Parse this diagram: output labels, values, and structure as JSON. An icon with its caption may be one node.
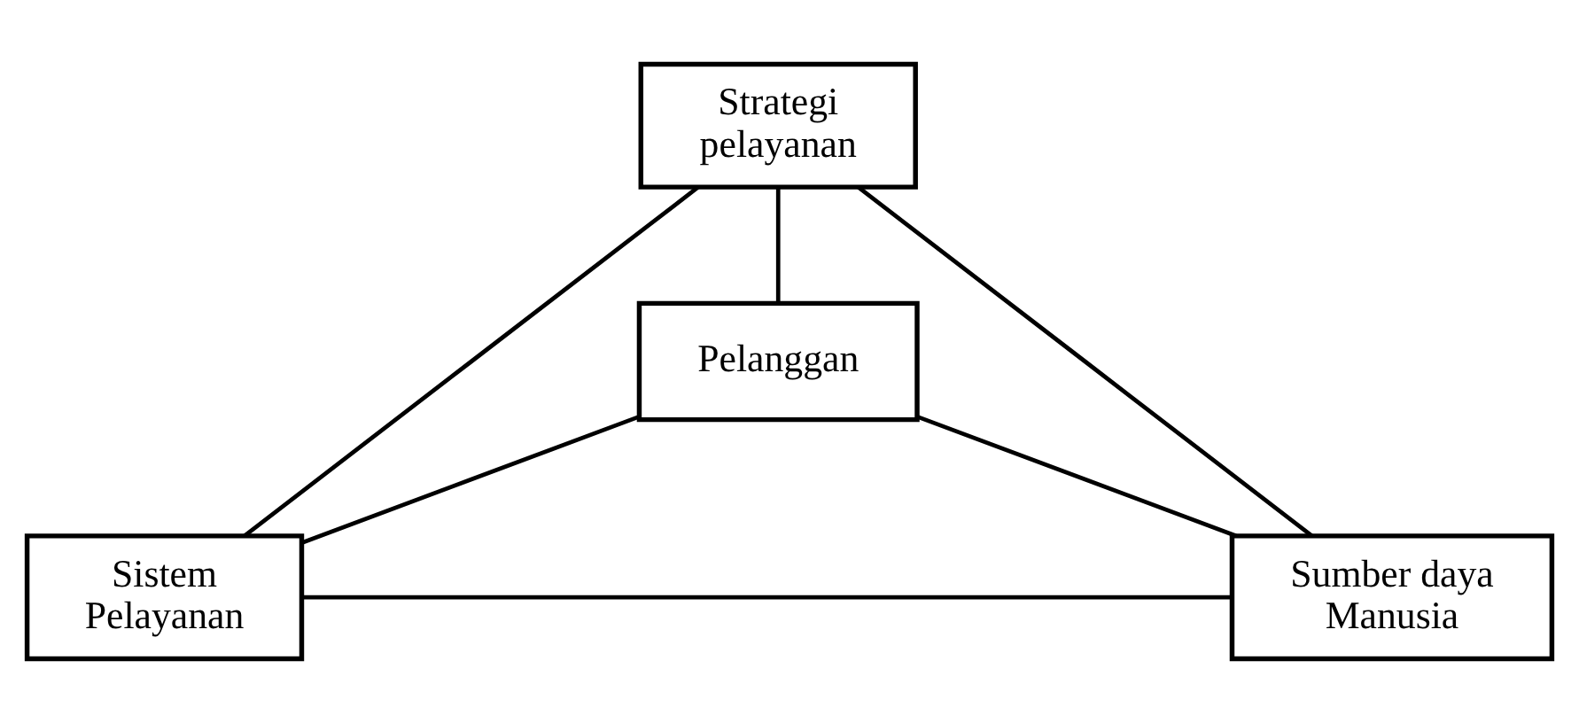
{
  "diagram": {
    "nodes": [
      {
        "text": [
          "Strategi pelayanan"
        ]
      },
      {
        "text": [
          "Pelanggan"
        ]
      },
      {
        "text": [
          "Sistem Pelayanan"
        ]
      },
      {
        "text": [
          "Sumber daya Manusia"
        ]
      }
    ],
    "edges": [
      {
        "from": 0,
        "to": 1,
        "arrow": "none"
      },
      {
        "from": 0,
        "to": 2,
        "arrow": "none"
      },
      {
        "from": 0,
        "to": 3,
        "arrow": "none"
      },
      {
        "from": 1,
        "to": 2,
        "arrow": "none"
      },
      {
        "from": 1,
        "to": 3,
        "arrow": "none"
      },
      {
        "from": 2,
        "to": 3,
        "arrow": "none"
      }
    ]
  }
}
